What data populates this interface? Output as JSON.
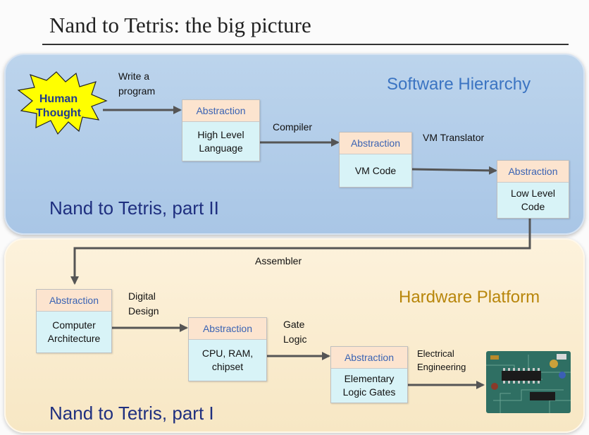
{
  "title": "Nand to Tetris: the big picture",
  "software": {
    "heading": "Software Hierarchy",
    "part_label": "Nand to Tetris, part II"
  },
  "hardware": {
    "heading": "Hardware Platform",
    "part_label": "Nand to Tetris, part I"
  },
  "start_node": "Human Thought",
  "abstraction_label": "Abstraction",
  "nodes": {
    "high_level": "High Level Language",
    "vm_code": "VM Code",
    "low_level": "Low Level Code",
    "computer_arch": "Computer Architecture",
    "cpu": "CPU, RAM, chipset",
    "logic_gates": "Elementary Logic Gates"
  },
  "edges": {
    "write_program": "Write a program",
    "compiler": "Compiler",
    "vm_translator": "VM Translator",
    "assembler": "Assembler",
    "digital_design": "Digital Design",
    "gate_logic": "Gate Logic",
    "electrical_engineering": "Electrical Engineering"
  },
  "colors": {
    "software_panel": "#b3cdea",
    "hardware_panel": "#fbedd2",
    "abstraction_header": "#fce4cf",
    "node_body": "#d8f3f7",
    "part_text": "#1f2f7f",
    "software_heading": "#3b74c2",
    "hardware_heading": "#b8860b",
    "burst": "#ffff00"
  },
  "icons": [
    "burst-shape",
    "circuit-board-image"
  ]
}
